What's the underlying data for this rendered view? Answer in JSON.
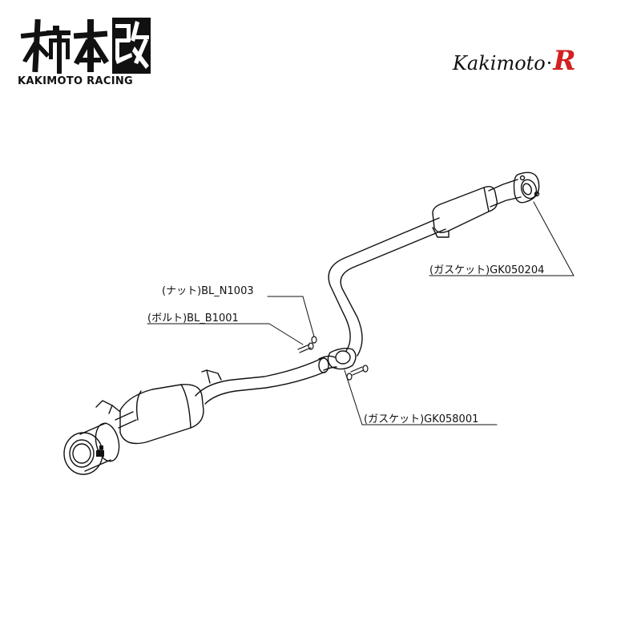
{
  "brand": {
    "kanji_logo": "柿本改",
    "subtitle": "KAKIMOTO RACING",
    "logo_word": "Kakimoto",
    "logo_dot": "·",
    "logo_letter": "R",
    "accent_color": "#d32020"
  },
  "callouts": {
    "nut": "(ナット)BL_N1003",
    "bolt": "(ボルト)BL_B1001",
    "gasket_front": "(ガスケット)GK050204",
    "gasket_mid": "(ガスケット)GK058001"
  }
}
